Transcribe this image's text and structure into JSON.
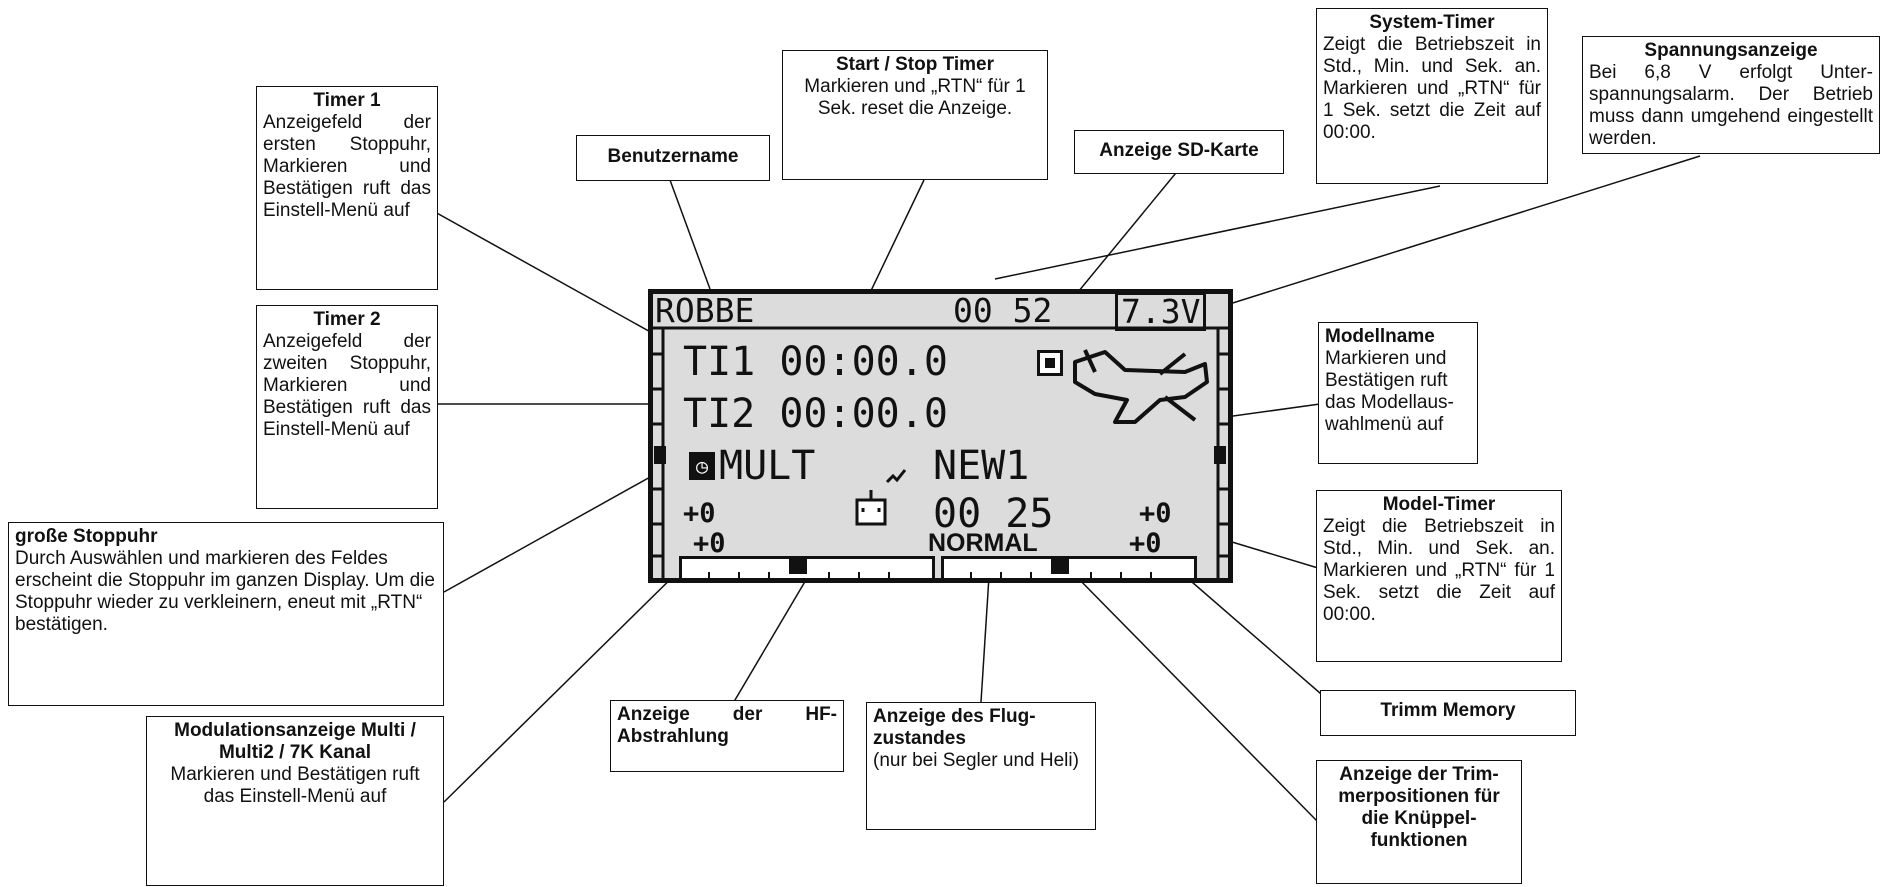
{
  "lcd": {
    "username": "ROBBE",
    "system_timer": "00 52",
    "voltage": "7.3V",
    "timer1": "TI1 00:00.0",
    "timer2": "TI2 00:00.0",
    "modulation": "MULT",
    "model_name": "NEW1",
    "model_timer": "00 25",
    "flight_mode": "NORMAL",
    "trims": [
      "+0",
      "+0",
      "+0",
      "+0"
    ]
  },
  "callouts": {
    "timer1": {
      "title": "Timer 1",
      "body": "Anzeigefeld der ersten Stopp­uhr, Markieren und Bestätigen ruft das Ein­stell-Menü auf"
    },
    "timer2": {
      "title": "Timer 2",
      "body": "Anzeigefeld der zweiten Stopp­uhr, Markieren und Bestätigen ruft das Ein­stell-Menü auf"
    },
    "benutzername": {
      "title": "Benutzername"
    },
    "start_stop": {
      "title": "Start / Stop Timer",
      "body": "Markieren und „RTN“ für 1 Sek. reset die Anzeige."
    },
    "sd_karte": {
      "title": "Anzeige SD-Karte"
    },
    "system_timer": {
      "title": "System-Timer",
      "body": "Zeigt die Betriebszeit in Std., Min. und Sek. an. Markieren und „RTN“ für 1 Sek. setzt die Zeit auf 00:00."
    },
    "spannung": {
      "title": "Spannungsanzeige",
      "body": "Bei 6,8 V erfolgt Unter­spannungsalarm. Der Betrieb muss dann umge­hend eingestellt werden."
    },
    "modellname": {
      "title": "Modellname",
      "body": "Markieren und Bestätigen ruft das Modellaus­wahlmenü auf"
    },
    "model_timer": {
      "title": "Model-Timer",
      "body": "Zeigt die Betriebszeit in Std., Min. und Sek. an. Markieren und „RTN“ für 1 Sek. setzt die Zeit auf 00:00."
    },
    "stoppuhr": {
      "title": "große Stoppuhr",
      "body": "Durch Auswählen und markieren des Feldes erscheint die Stoppuhr im gan­zen Display. Um die Stoppuhr wieder zu verkleinern, eneut mit „RTN“ bestä­tigen."
    },
    "modulation": {
      "title": "Modulationsanzeige Multi / Multi2 / 7K Kanal",
      "body": "Markieren und Bestätigen ruft das Einstell-Menü auf"
    },
    "hf": {
      "title": "Anzeige der HF-Abstrahlung"
    },
    "flugzustand": {
      "title": "Anzeige des Flug­zustandes",
      "body": "(nur bei Segler und Heli)"
    },
    "trimm_memory": {
      "title": "Trimm Memory"
    },
    "trimmpositionen": {
      "title": "Anzeige der Trim­merpositionen für die Knüppel­funktionen"
    }
  }
}
